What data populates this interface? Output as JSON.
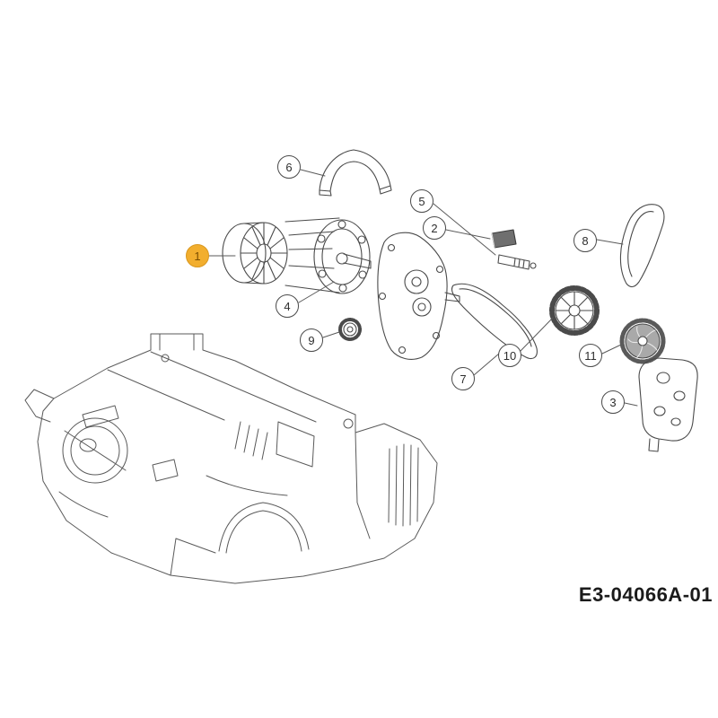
{
  "diagram": {
    "part_code": "E3-04066A-01",
    "highlight_color": "#f2ae2e",
    "line_color": "#4a4a4a",
    "callouts": [
      {
        "label": "1",
        "highlighted": true
      },
      {
        "label": "2",
        "highlighted": false
      },
      {
        "label": "3",
        "highlighted": false
      },
      {
        "label": "4",
        "highlighted": false
      },
      {
        "label": "5",
        "highlighted": false
      },
      {
        "label": "6",
        "highlighted": false
      },
      {
        "label": "7",
        "highlighted": false
      },
      {
        "label": "8",
        "highlighted": false
      },
      {
        "label": "9",
        "highlighted": false
      },
      {
        "label": "10",
        "highlighted": false
      },
      {
        "label": "11",
        "highlighted": false
      }
    ]
  }
}
